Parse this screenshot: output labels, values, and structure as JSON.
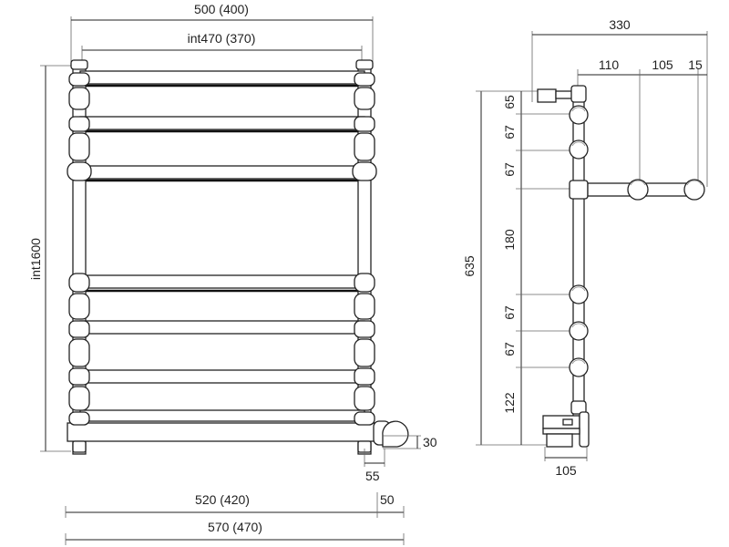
{
  "front_view": {
    "overall_width": "500 (400)",
    "inner_width": "int470 (370)",
    "height": "int1600",
    "offset_30": "30",
    "offset_55": "55",
    "width_520": "520 (420)",
    "extra_50": "50",
    "width_570": "570 (470)"
  },
  "side_view": {
    "depth_330": "330",
    "d110": "110",
    "d105": "105",
    "d15": "15",
    "total_635": "635",
    "spacings": [
      "65",
      "67",
      "67",
      "180",
      "67",
      "67",
      "122"
    ],
    "bottom_105": "105"
  }
}
